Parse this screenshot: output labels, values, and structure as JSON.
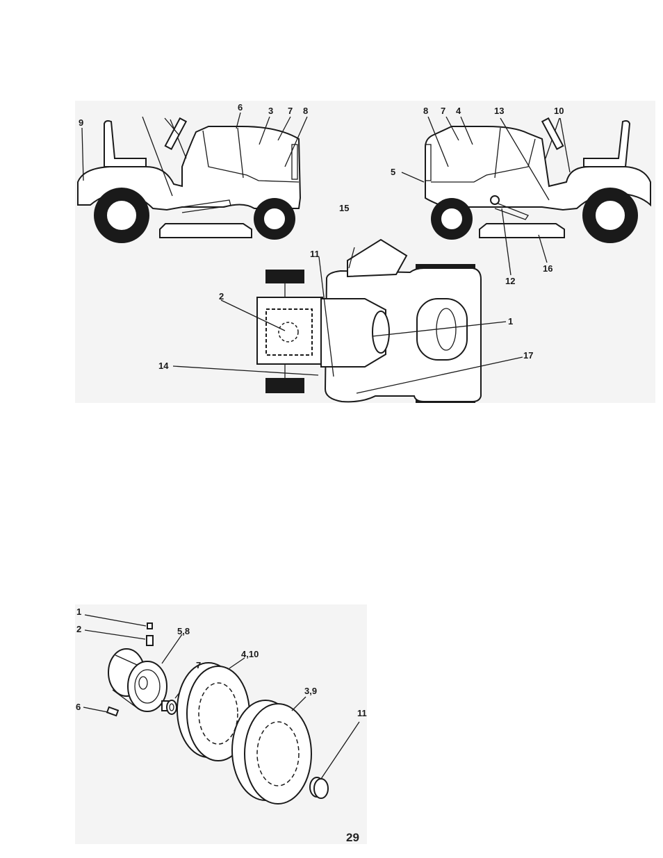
{
  "decal_diagram": {
    "left_view_callouts": [
      "9",
      "6",
      "3",
      "7",
      "8"
    ],
    "right_view_callouts": [
      "8",
      "7",
      "4",
      "13",
      "10",
      "5",
      "12",
      "16"
    ],
    "top_view_callouts": [
      "15",
      "11",
      "2",
      "1",
      "14",
      "17"
    ]
  },
  "wheel_diagram": {
    "callouts": [
      "1",
      "2",
      "5,8",
      "7",
      "4,10",
      "6",
      "3,9",
      "11"
    ]
  },
  "page_number": "29"
}
